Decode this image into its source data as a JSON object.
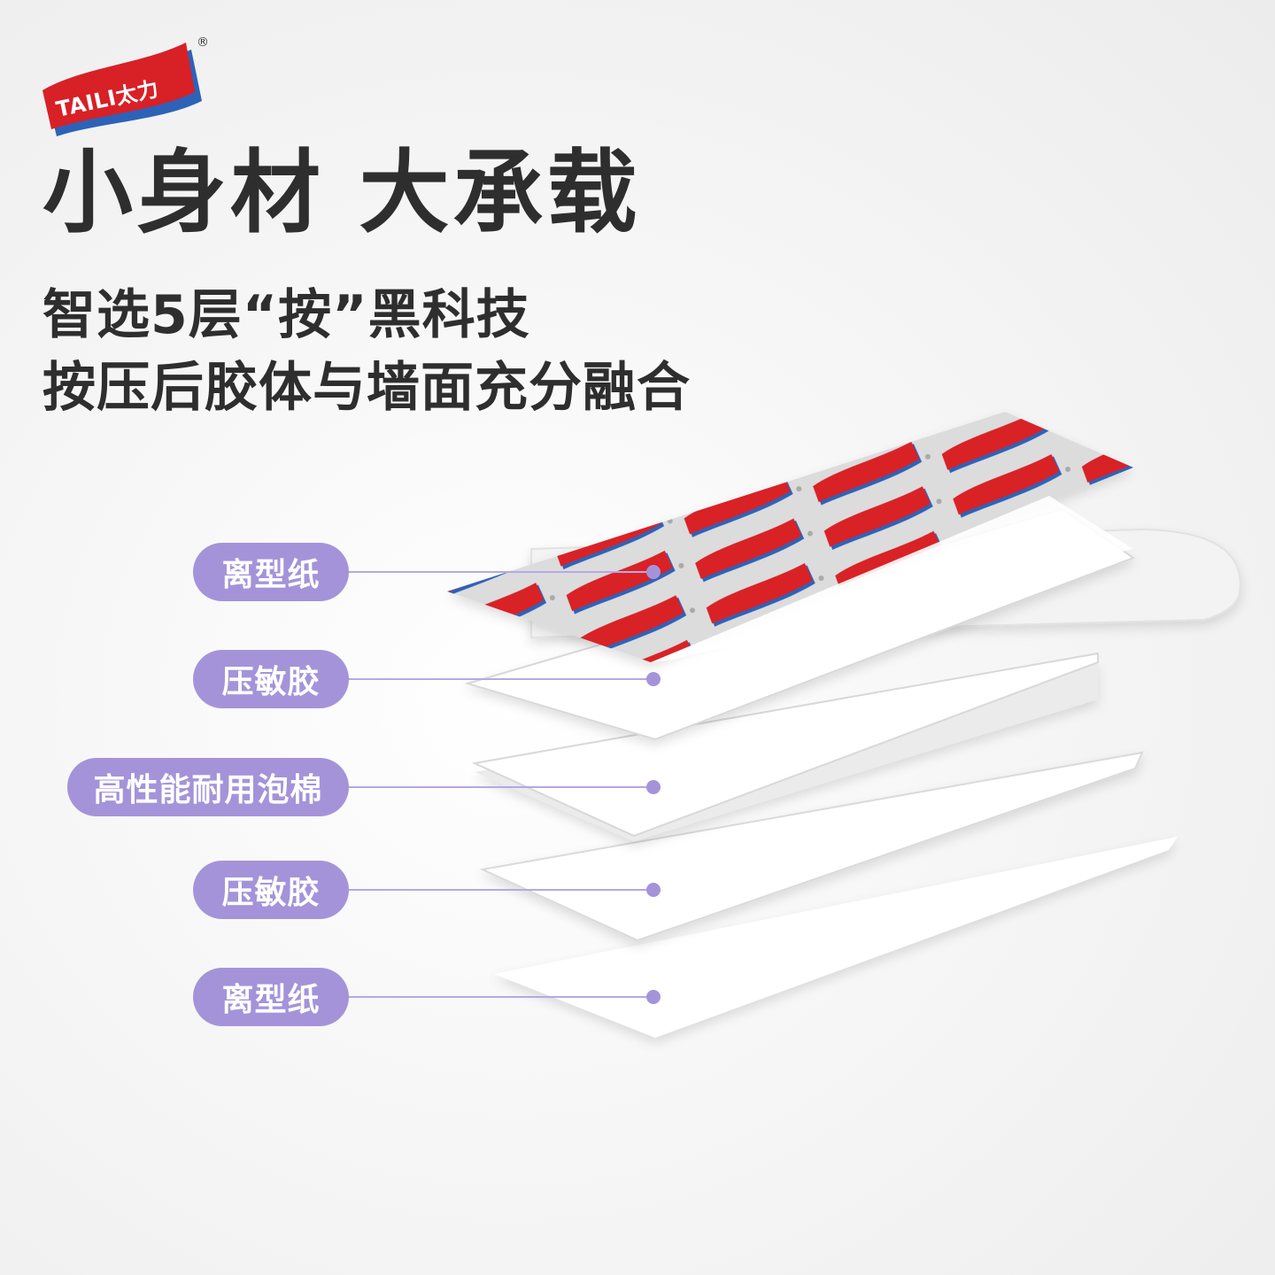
{
  "brand": {
    "logo_text": "TAILI太力",
    "reg_mark": "®",
    "primary": "#d82027",
    "secondary": "#2d62b8"
  },
  "headline": "小身材 大承载",
  "subheadline_1": "智选5层“按”黑科技",
  "subheadline_2": "按压后胶体与墙面充分融合",
  "layers": [
    {
      "label": "离型纸"
    },
    {
      "label": "压敏胶"
    },
    {
      "label": "高性能耐用泡棉"
    },
    {
      "label": "压敏胶"
    },
    {
      "label": "离型纸"
    }
  ],
  "colors": {
    "pill": "#a593d9",
    "dot": "#a593d9",
    "title": "#2e2e2e"
  }
}
